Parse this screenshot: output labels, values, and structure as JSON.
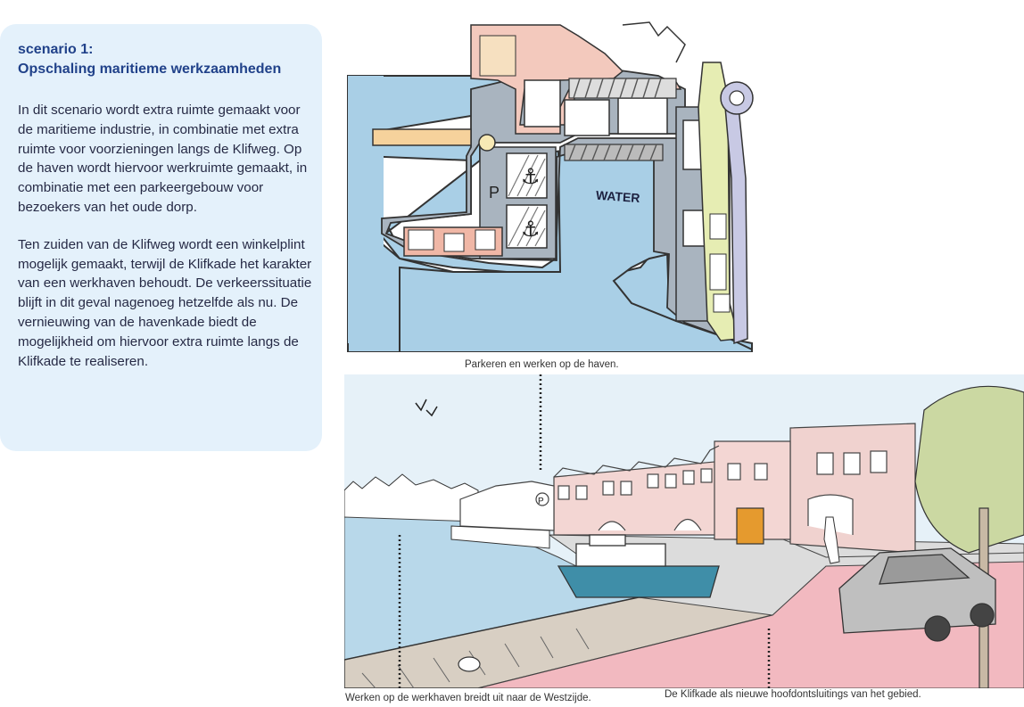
{
  "panel": {
    "heading_line1": "scenario 1:",
    "heading_line2": "Opschaling maritieme werkzaamheden",
    "paragraph1": "In dit scenario wordt extra ruimte gemaakt voor de maritieme industrie, in combinatie met extra ruimte voor voorzieningen langs de Klifweg. Op de haven wordt hiervoor werkruimte gemaakt, in combinatie met een parkeergebouw voor bezoekers van het oude dorp.",
    "paragraph2": "Ten zuiden van de Klifweg wordt een winkelplint mogelijk gemaakt, terwijl de Klifkade het karakter van een werkhaven behoudt. De verkeerssituatie blijft in dit geval nagenoeg hetzelfde als nu. De vernieuwing van de havenkade biedt de mogelijkheid om hiervoor extra ruimte langs de Klifkade te realiseren."
  },
  "map": {
    "water_label": "WATER",
    "parking_label": "P",
    "colors": {
      "water": "#a9cfe6",
      "road": "#a9b4bf",
      "building_pink": "#f0b7a6",
      "green": "#e6edb3",
      "pavement": "#c6d3de",
      "orange_strip": "#f6d29c"
    }
  },
  "scene": {
    "parking_sign": "P"
  },
  "captions": {
    "map_caption": "Parkeren en werken op de haven.",
    "left_caption": "Werken op de werkhaven breidt uit naar de Westzijde.",
    "right_caption": "De Klifkade als nieuwe hoofdontsluitings van het gebied."
  }
}
